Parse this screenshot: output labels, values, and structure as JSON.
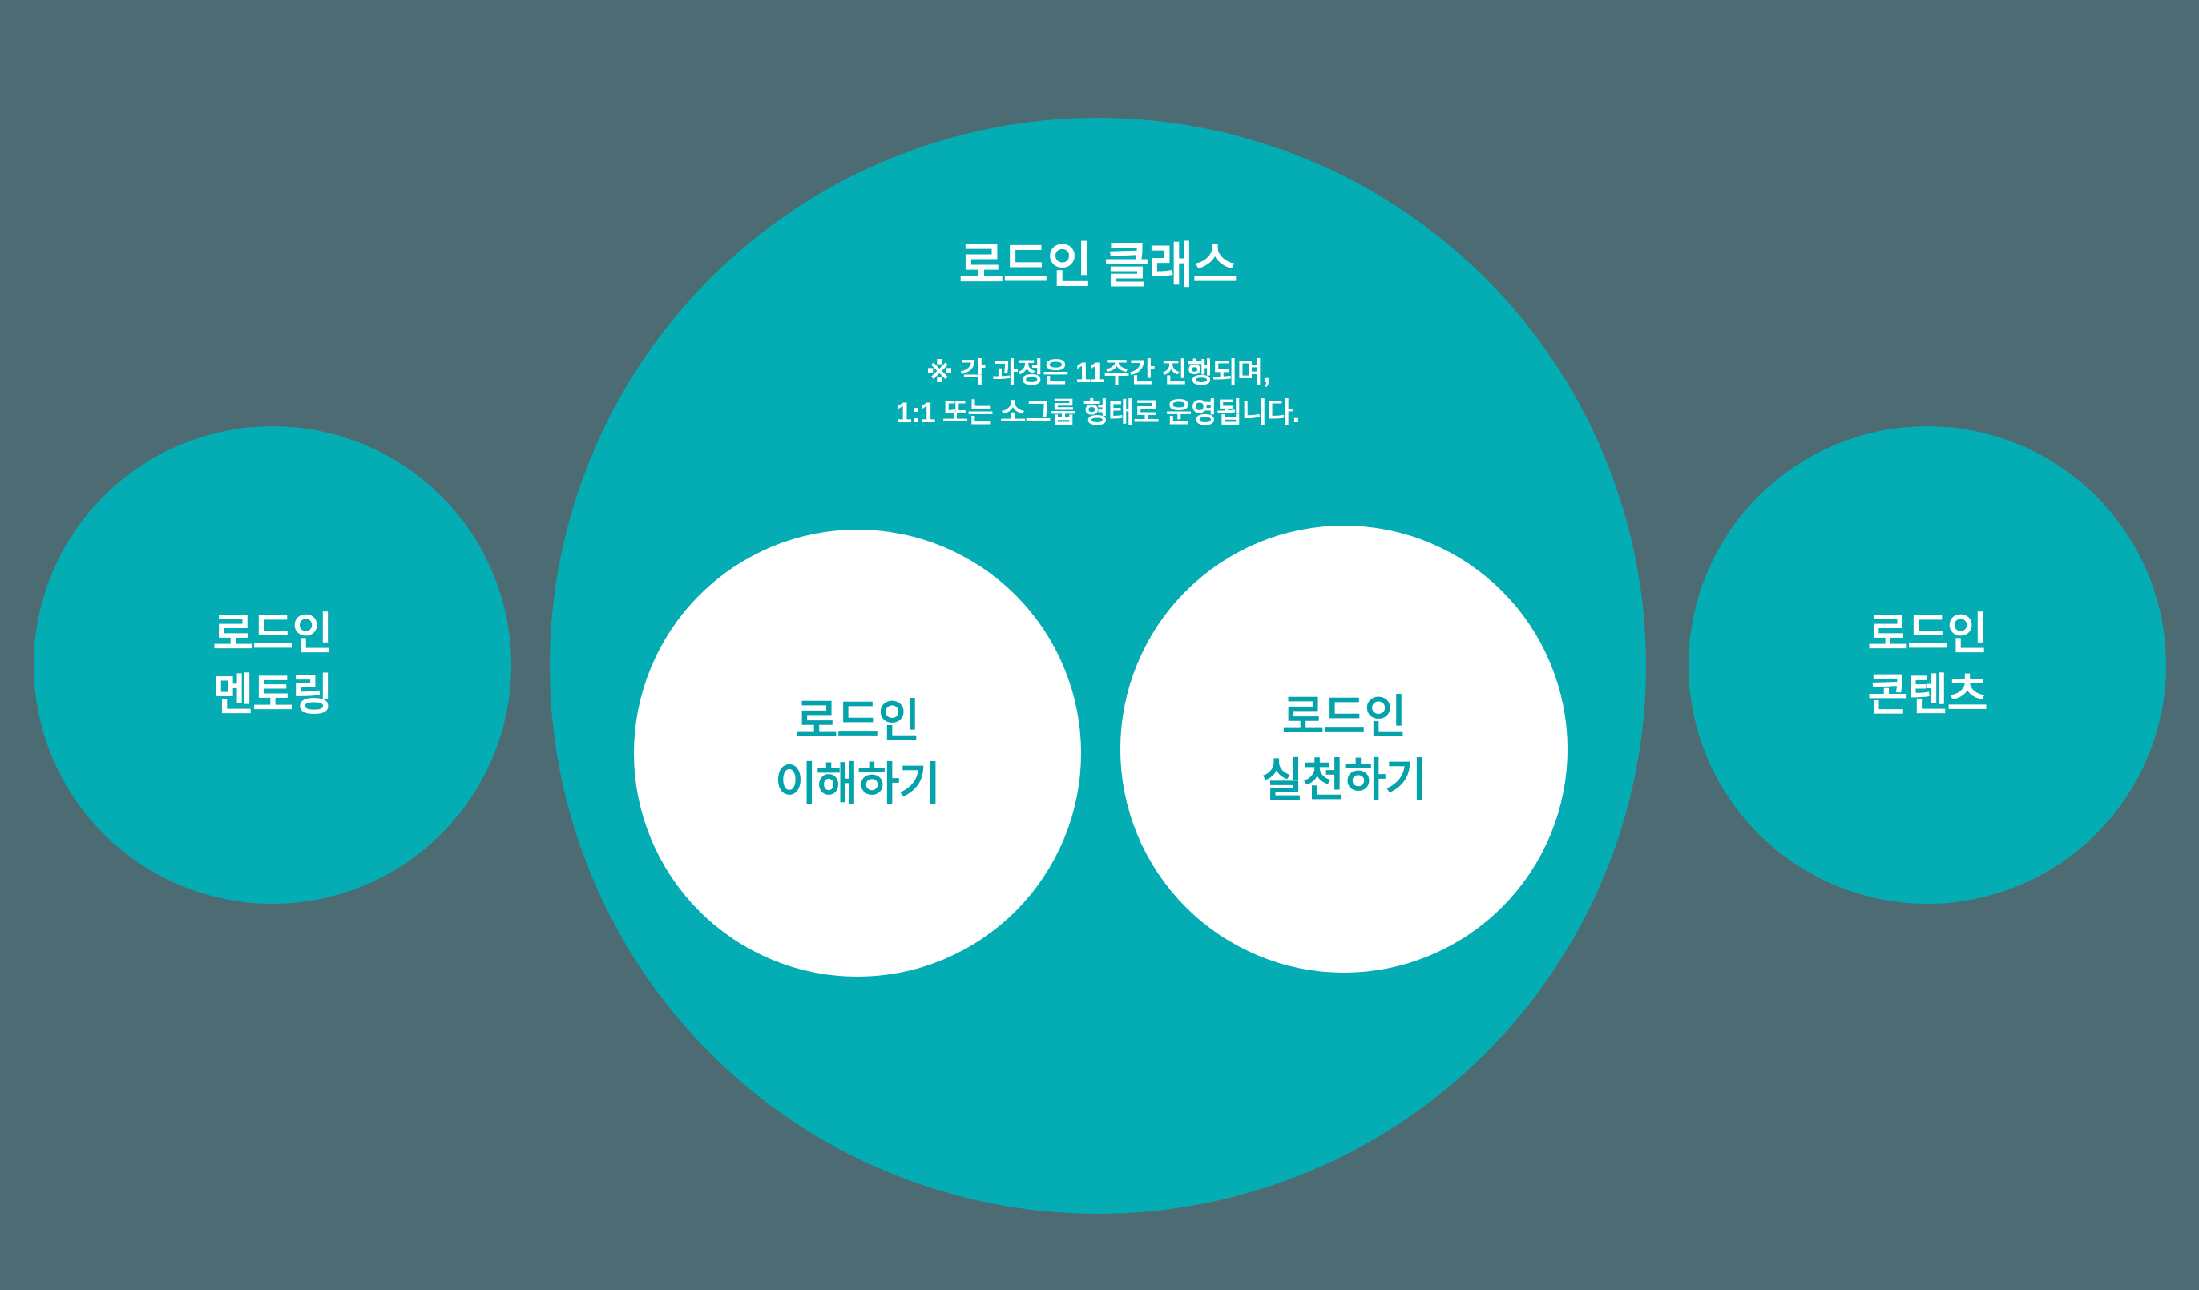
{
  "colors": {
    "background": "#4d6b73",
    "teal": "#04adb3",
    "white": "#ffffff",
    "inner_text_teal": "#04a3ab"
  },
  "diagram": {
    "type": "venn-style nested circle diagram",
    "main_circle": {
      "title": "로드인 클래스",
      "subtitle_line1": "※ 각 과정은 11주간 진행되며,",
      "subtitle_line2": "1:1 또는 소그룹 형태로 운영됩니다.",
      "inner_circles": [
        {
          "line1": "로드인",
          "line2": "이해하기"
        },
        {
          "line1": "로드인",
          "line2": "실천하기"
        }
      ]
    },
    "side_circles": [
      {
        "position": "left",
        "line1": "로드인",
        "line2": "멘토링"
      },
      {
        "position": "right",
        "line1": "로드인",
        "line2": "콘텐츠"
      }
    ]
  }
}
